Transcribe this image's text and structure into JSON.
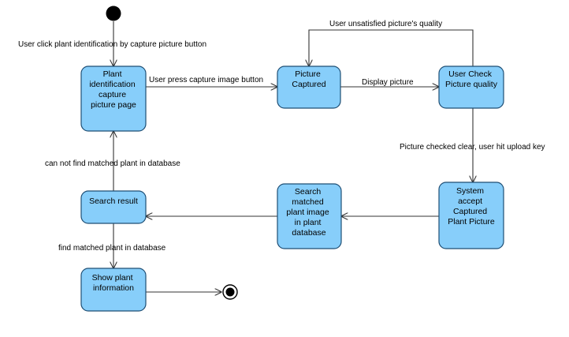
{
  "states": {
    "capture_page": [
      "Plant",
      "identification",
      "capture",
      "picture page"
    ],
    "picture_captured": [
      "Picture",
      "Captured"
    ],
    "user_check": [
      "User Check",
      "Picture quality"
    ],
    "system_accept": [
      "System",
      "accept",
      "Captured",
      "Plant Picture"
    ],
    "search_matched": [
      "Search",
      "matched",
      "plant image",
      "in plant",
      "database"
    ],
    "search_result": [
      "Search result"
    ],
    "show_plant": [
      "Show plant",
      "information"
    ]
  },
  "transitions": {
    "start_to_capture": "User click plant identification by capture picture button",
    "capture_to_captured": "User press capture image button",
    "captured_to_check": "Display picture",
    "check_to_captured": "User unsatisfied picture's quality",
    "check_to_accept": "Picture checked clear, user hit upload key",
    "result_to_capture": "can not find matched plant in database",
    "result_to_show": "find matched plant in database"
  },
  "colors": {
    "state_fill": "#87cefa",
    "state_border": "#1f4f75",
    "line": "#333333",
    "node": "#000000"
  }
}
